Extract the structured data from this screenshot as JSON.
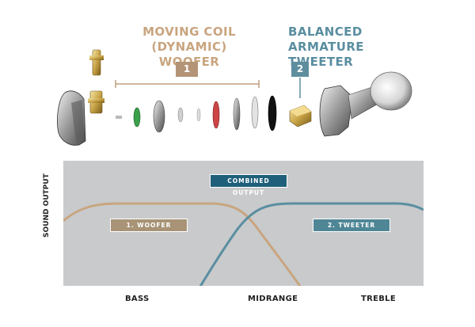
{
  "headings": {
    "woofer_line1": "MOVING COIL",
    "woofer_line2": "(DYNAMIC) WOOFER",
    "tweeter_line1": "BALANCED",
    "tweeter_line2": "ARMATURE TWEETER",
    "woofer_number": "1",
    "tweeter_number": "2"
  },
  "chart": {
    "combined_label": "COMBINED OUTPUT",
    "woofer_label": "1. WOOFER",
    "tweeter_label": "2. TWEETER",
    "y_axis_label": "SOUND OUTPUT",
    "x_ticks": [
      "BASS",
      "MIDRANGE",
      "TREBLE"
    ]
  },
  "colors": {
    "woofer": "#c8a57f",
    "tweeter": "#5a8ea0",
    "plot_background": "#c8cacc",
    "combined_label_bg": "#1f5f7a"
  },
  "icons": [
    "earphone-shell-icon",
    "mmcx-connector-icon",
    "balanced-armature-driver-icon",
    "nozzle-housing-icon"
  ]
}
